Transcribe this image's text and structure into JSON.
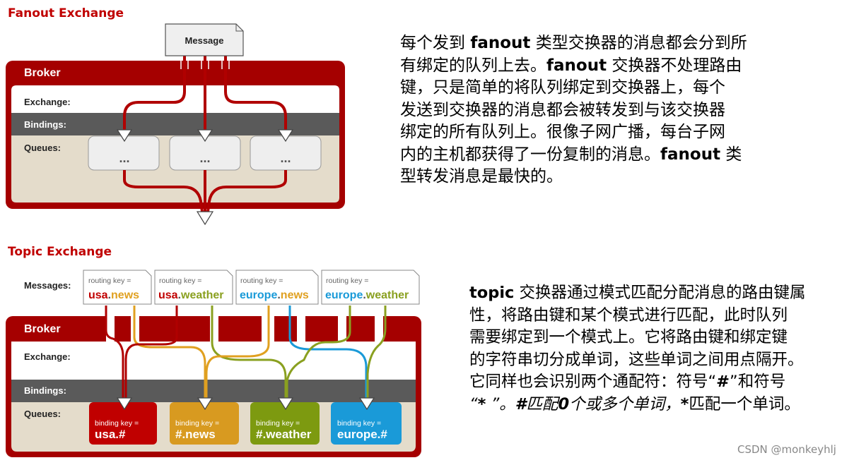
{
  "fanout": {
    "title": "Fanout Exchange",
    "message_label": "Message",
    "broker_label": "Broker",
    "exchange_label": "Exchange:",
    "bindings_label": "Bindings:",
    "queues_label": "Queues:",
    "queues": [
      "...",
      "...",
      "..."
    ],
    "description": [
      {
        "t": "每个发到 "
      },
      {
        "t": "fanout",
        "b": true
      },
      {
        "t": " 类型交换器的消息都会分到所"
      },
      {
        "br": true
      },
      {
        "t": "有绑定的队列上去。"
      },
      {
        "t": "fanout",
        "b": true
      },
      {
        "t": " 交换器不处理路由"
      },
      {
        "br": true
      },
      {
        "t": "键，只是简单的将队列绑定到交换器上，每个"
      },
      {
        "br": true
      },
      {
        "t": "发送到交换器的消息都会被转发到与该交换器"
      },
      {
        "br": true
      },
      {
        "t": "绑定的所有队列上。很像子网广播，每台子网"
      },
      {
        "br": true
      },
      {
        "t": "内的主机都获得了一份复制的消息。"
      },
      {
        "t": "fanout",
        "b": true
      },
      {
        "t": " 类"
      },
      {
        "br": true
      },
      {
        "t": "型转发消息是最快的。"
      }
    ]
  },
  "topic": {
    "title": "Topic Exchange",
    "messages_label": "Messages:",
    "routing_key_caption": "routing key =",
    "messages": [
      {
        "a": "usa",
        "b": "news",
        "ca": "#c00000",
        "cb": "#e0a020"
      },
      {
        "a": "usa",
        "b": "weather",
        "ca": "#c00000",
        "cb": "#8aa020"
      },
      {
        "a": "europe",
        "b": "news",
        "ca": "#1a9ad8",
        "cb": "#e0a020"
      },
      {
        "a": "europe",
        "b": "weather",
        "ca": "#1a9ad8",
        "cb": "#8aa020"
      }
    ],
    "broker_label": "Broker",
    "exchange_label": "Exchange:",
    "bindings_label": "Bindings:",
    "queues_label": "Queues:",
    "binding_key_caption": "binding key =",
    "queues": [
      {
        "key": "usa.#",
        "color": "#c00000"
      },
      {
        "key": "#.news",
        "color": "#d89a20"
      },
      {
        "key": "#.weather",
        "color": "#7d9a10"
      },
      {
        "key": "europe.#",
        "color": "#1a9ad8"
      }
    ],
    "description": [
      {
        "t": "topic",
        "b": true
      },
      {
        "t": " 交换器通过模式匹配分配消息的路由键属"
      },
      {
        "br": true
      },
      {
        "t": "性，将路由键和某个模式进行匹配，此时队列"
      },
      {
        "br": true
      },
      {
        "t": "需要绑定到一个模式上。它将路由键和绑定键"
      },
      {
        "br": true
      },
      {
        "t": "的字符串切分成单词，这些单词之间用点隔开。"
      },
      {
        "br": true
      },
      {
        "t": "它同样也会识别两个通配符：符号“"
      },
      {
        "t": "#",
        "b": true
      },
      {
        "t": "”和符号"
      },
      {
        "br": true
      },
      {
        "t": "“",
        "i": true
      },
      {
        "t": "*",
        "b": true,
        "i": true
      },
      {
        "t": " ”。",
        "i": true
      },
      {
        "t": "#",
        "b": true,
        "i": true
      },
      {
        "t": "匹配",
        "i": true
      },
      {
        "t": "0",
        "b": true,
        "i": true
      },
      {
        "t": "个或多个单词，",
        "i": true
      },
      {
        "t": "*",
        "b": true
      },
      {
        "t": "匹配一个单词。"
      }
    ]
  },
  "watermark": "CSDN @monkeyhlj",
  "colors": {
    "broker": "#a50000",
    "bindings_bar": "#5a5a5a",
    "queues_bg": "#e4dccb"
  }
}
